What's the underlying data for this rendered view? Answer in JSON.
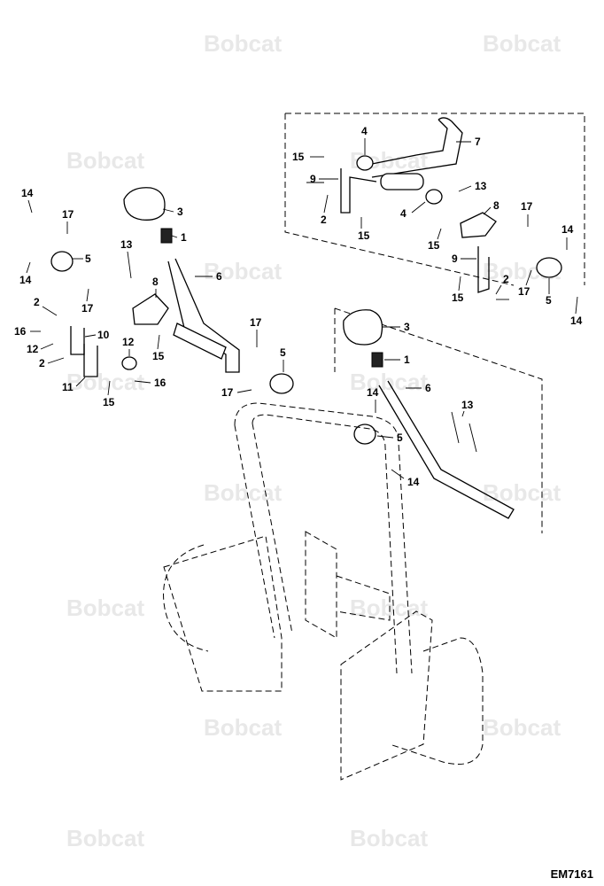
{
  "watermark": "Bobcat",
  "diagram_code": "EM7161",
  "callouts": {
    "c1": "1",
    "c2": "2",
    "c3": "3",
    "c4": "4",
    "c5": "5",
    "c6": "6",
    "c7": "7",
    "c8": "8",
    "c9": "9",
    "c10": "10",
    "c11": "11",
    "c12": "12",
    "c13": "13",
    "c14": "14",
    "c15": "15",
    "c16": "16",
    "c17": "17"
  }
}
